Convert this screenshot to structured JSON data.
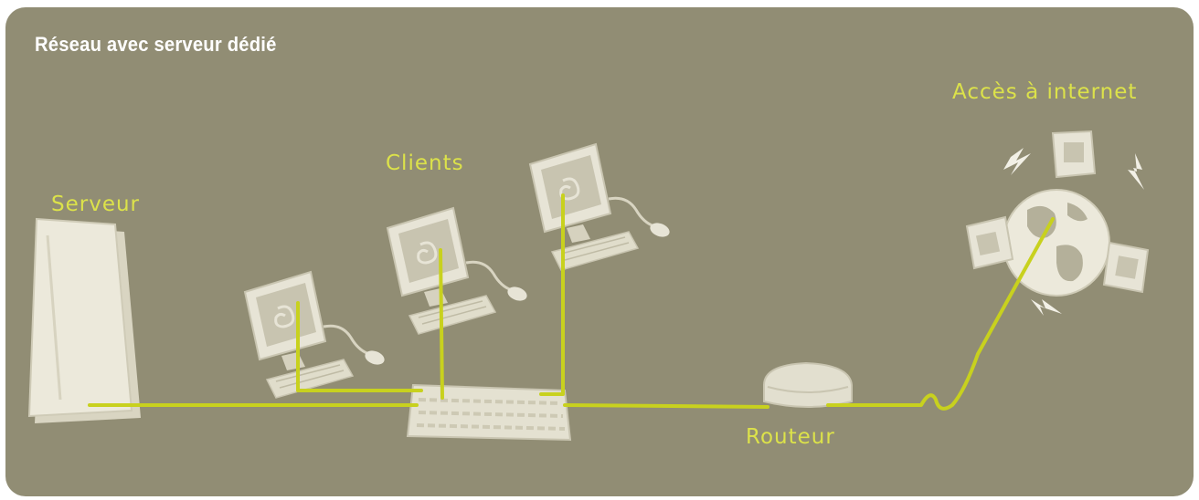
{
  "diagram": {
    "title": "Réseau avec serveur dédié",
    "labels": {
      "server": "Serveur",
      "clients": "Clients",
      "router": "Routeur",
      "internet": "Accès à internet"
    }
  },
  "colors": {
    "background": "#918d74",
    "cable": "#c8d11e",
    "label": "#dce24a",
    "device": "#e7e4d6"
  }
}
